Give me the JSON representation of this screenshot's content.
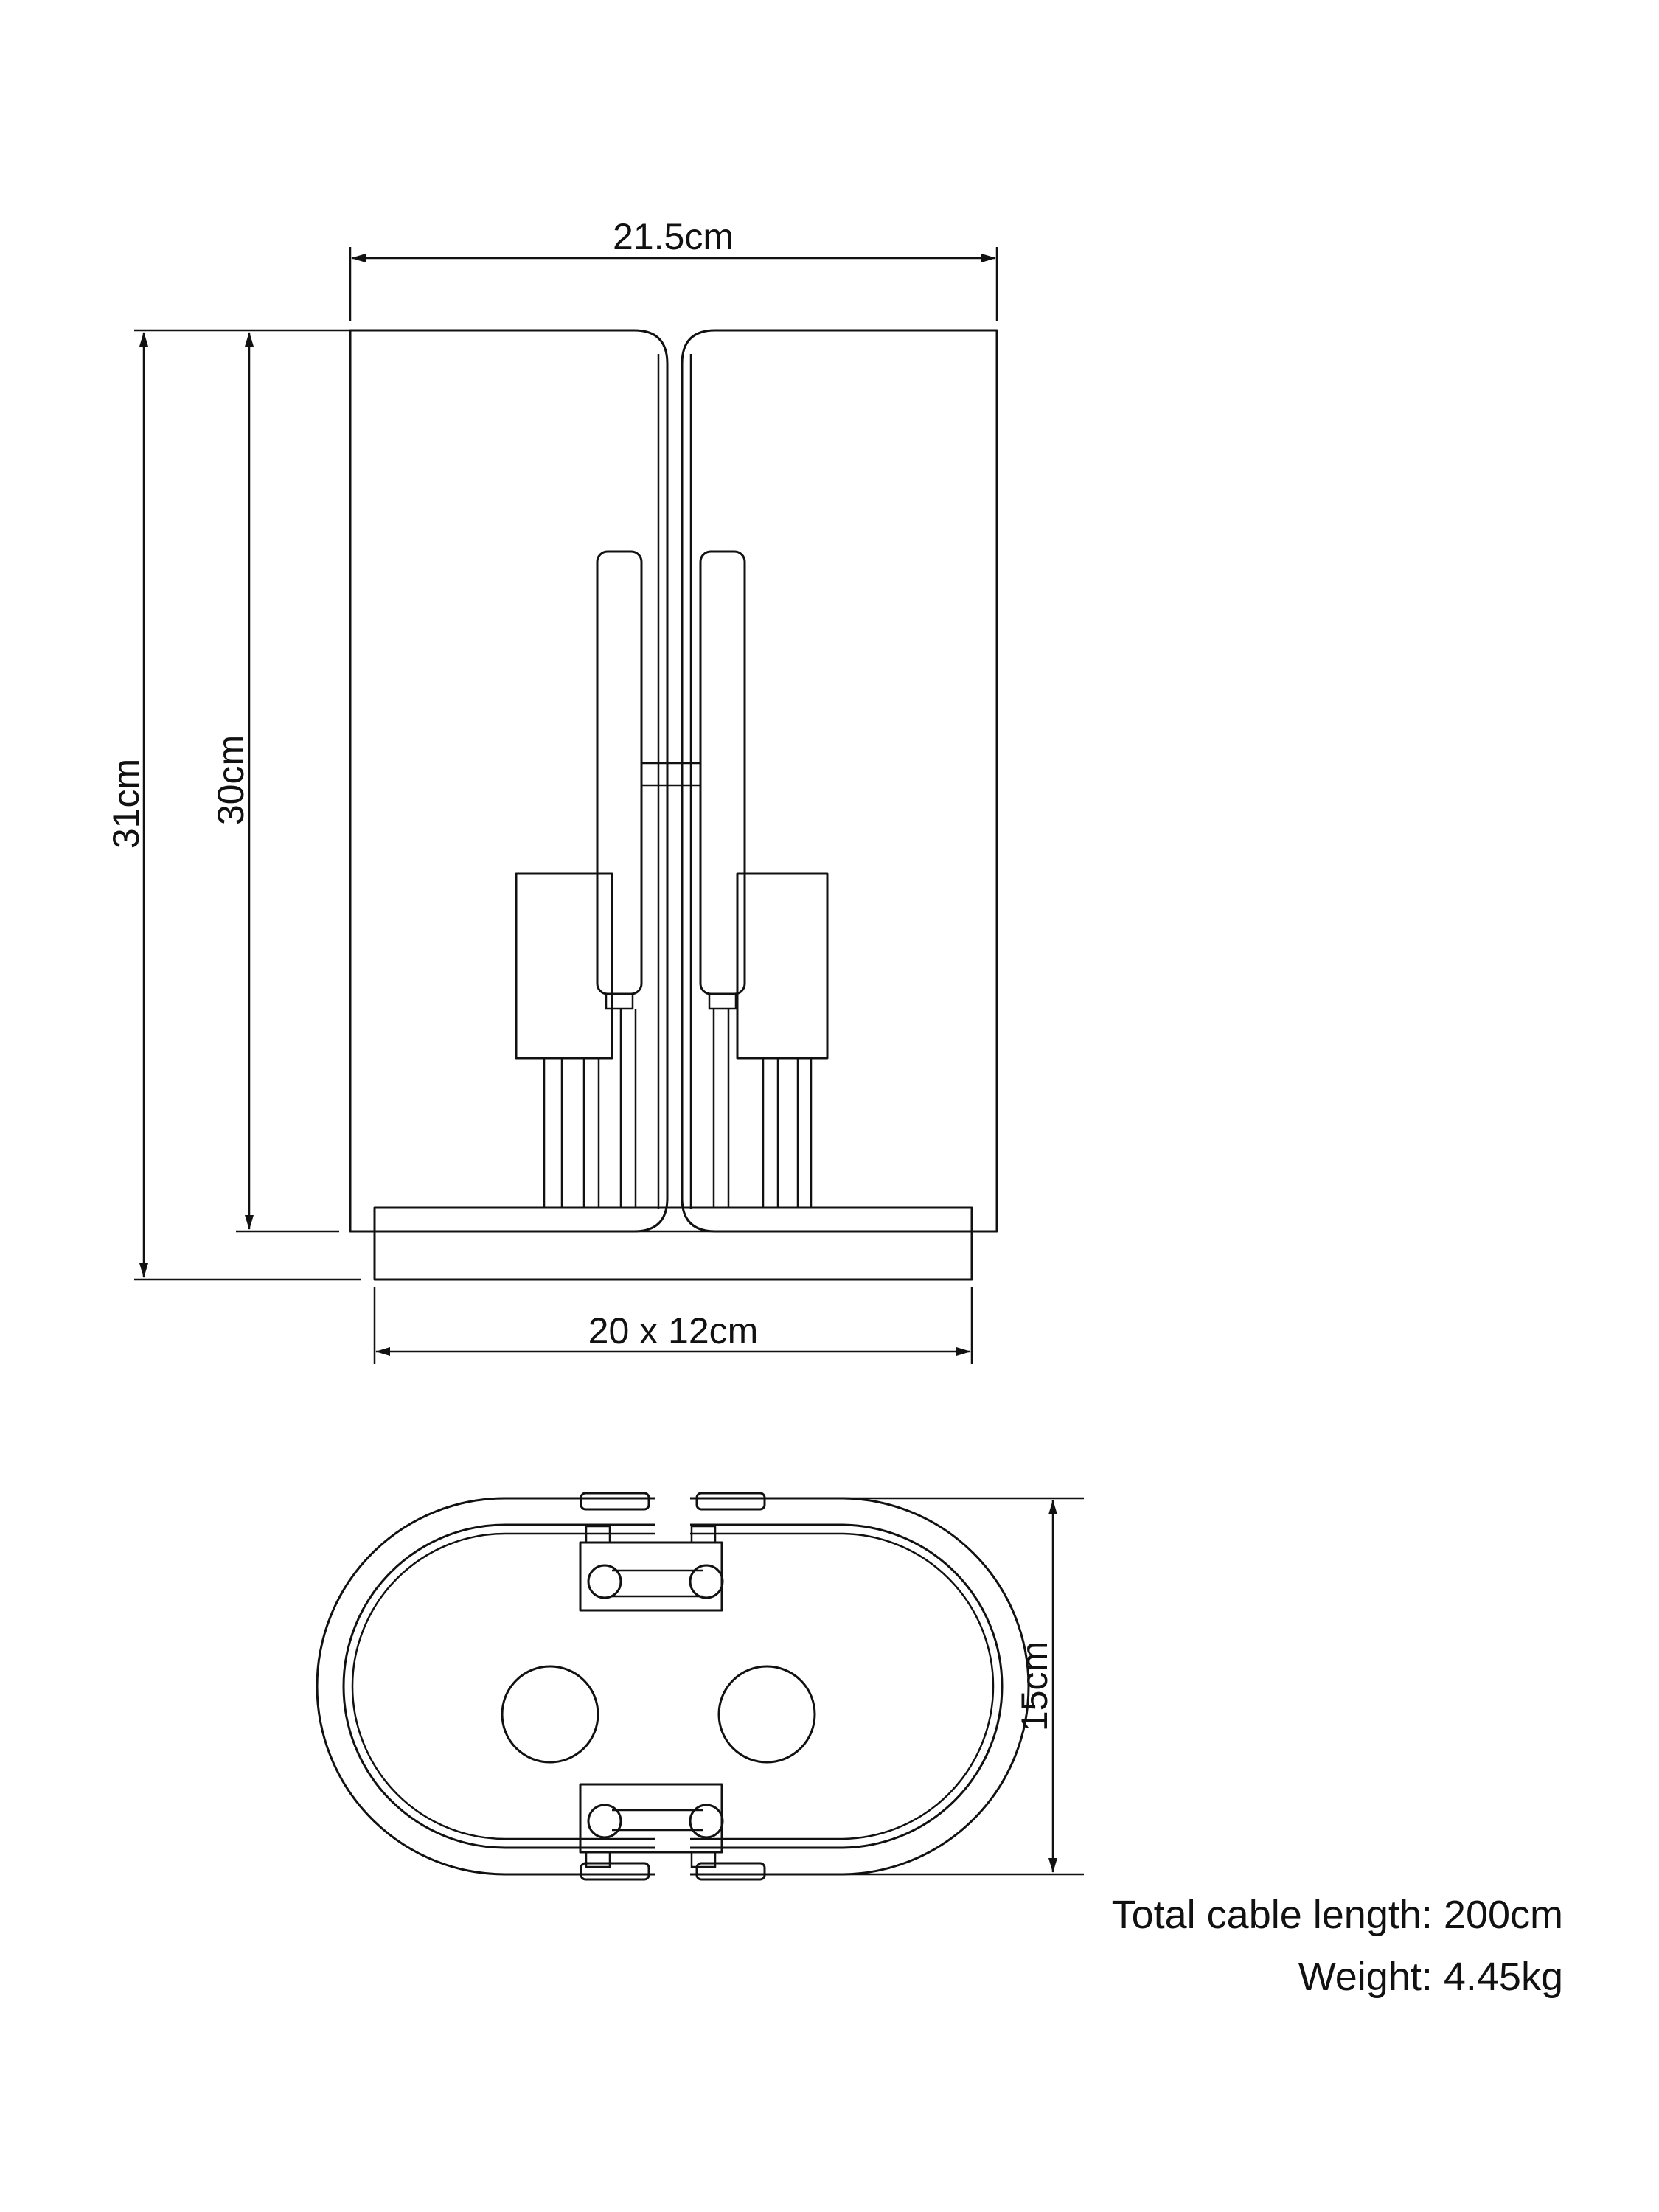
{
  "dimensions": {
    "top_width": "21.5cm",
    "total_height": "31cm",
    "shade_height": "30cm",
    "base_size": "20 x 12cm",
    "plan_depth": "15cm"
  },
  "notes": {
    "cable": "Total cable length: 200cm",
    "weight": "Weight: 4.45kg"
  },
  "colors": {
    "line": "#111111",
    "background": "#ffffff"
  },
  "arrowheads": [
    "arrow-left",
    "arrow-right",
    "arrow-up",
    "arrow-down"
  ]
}
